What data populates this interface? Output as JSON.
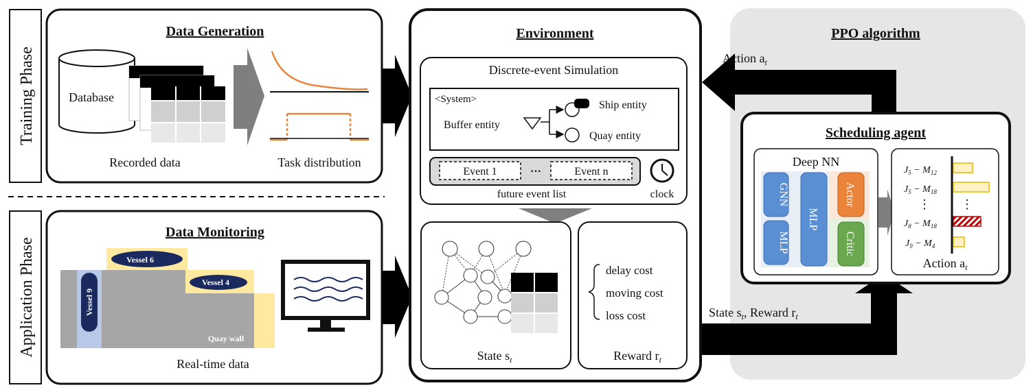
{
  "phases": {
    "training": "Training Phase",
    "application": "Application Phase"
  },
  "data_generation": {
    "title": "Data Generation",
    "database_label": "Database",
    "recorded_label": "Recorded data",
    "task_label": "Task distribution"
  },
  "data_monitoring": {
    "title": "Data Monitoring",
    "vessel6": "Vessel 6",
    "vessel4": "Vessel 4",
    "vessel9": "Vessel 9",
    "quay_wall": "Quay wall",
    "realtime_label": "Real-time data"
  },
  "environment": {
    "title": "Environment",
    "des_title": "Discrete-event Simulation",
    "system_label": "<System>",
    "buffer_entity": "Buffer entity",
    "ship_entity": "Ship entity",
    "quay_entity": "Quay entity",
    "event1": "Event 1",
    "dots": "···",
    "eventn": "Event n",
    "fel_label": "future event list",
    "clock_label": "clock",
    "state_label": "State s",
    "state_sub": "t",
    "reward_label": "Reward r",
    "reward_sub": "t",
    "costs": [
      "delay cost",
      "moving cost",
      "loss cost"
    ]
  },
  "ppo": {
    "title": "PPO algorithm",
    "action_label": "Action a",
    "action_sub": "t",
    "state_reward_label": "State s",
    "state_reward_mid": ", Reward r",
    "state_reward_sub": "t"
  },
  "agent": {
    "title": "Scheduling agent",
    "dnn_title": "Deep NN",
    "gnn": "GNN",
    "mlp_small": "MLP",
    "mlp_big": "MLP",
    "actor": "Actor",
    "critic": "Critic",
    "action_label": "Action a",
    "action_sub": "t",
    "jobs": [
      {
        "j": "5",
        "m": "12"
      },
      {
        "j": "5",
        "m": "18"
      },
      {
        "j": "8",
        "m": "18"
      },
      {
        "j": "9",
        "m": "4"
      }
    ]
  },
  "colors": {
    "orange": "#e9843a",
    "blue": "#5b8fd4",
    "green": "#6aa84f",
    "navy": "#1a2a5e",
    "yellow_bar": "#fff1c2",
    "red_hatch": "#c00000"
  }
}
